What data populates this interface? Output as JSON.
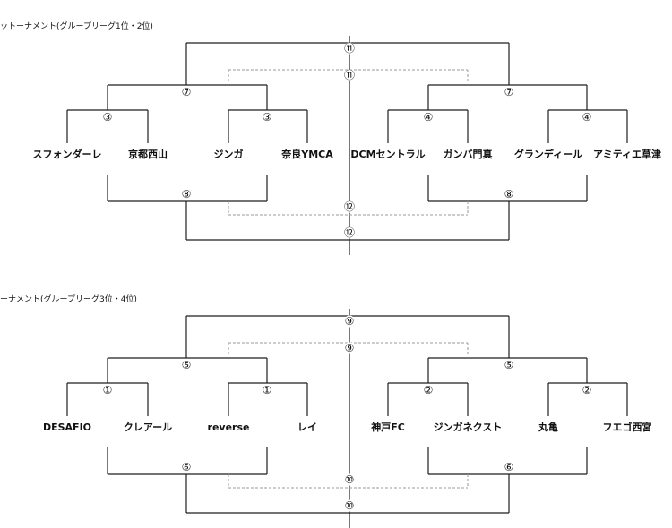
{
  "brackets": [
    {
      "title": "ットーナメント(グループリーグ1位・2位)",
      "match_top": "⑪",
      "match_top_inner": "⑪",
      "semis": [
        "⑦",
        "⑦"
      ],
      "quarters": [
        "③",
        "③",
        "④",
        "④"
      ],
      "teams": [
        "スフォンダーレ",
        "京都西山",
        "ジンガ",
        "奈良YMCA",
        "DCMセントラル",
        "ガンバ門真",
        "グランディール",
        "アミティエ草津"
      ],
      "consolation": [
        "⑧",
        "⑧"
      ],
      "match_bottom_inner": "⑫",
      "match_bottom": "⑫"
    },
    {
      "title": "ーナメント(グループリーグ3位・4位)",
      "match_top": "⑨",
      "match_top_inner": "⑨",
      "semis": [
        "⑤",
        "⑤"
      ],
      "quarters": [
        "①",
        "①",
        "②",
        "②"
      ],
      "teams": [
        "DESAFIO",
        "クレアール",
        "reverse",
        "レイ",
        "神戸FC",
        "ジンガネクスト",
        "丸亀",
        "フエゴ西宮"
      ],
      "consolation": [
        "⑥",
        "⑥"
      ],
      "match_bottom_inner": "⑩",
      "match_bottom": "⑩"
    }
  ]
}
